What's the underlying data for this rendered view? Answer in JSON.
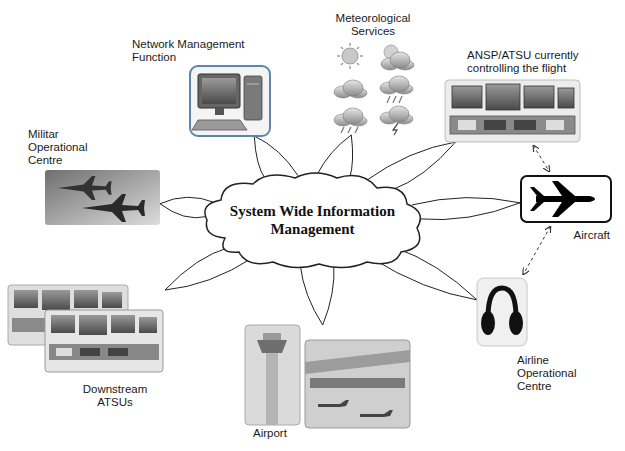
{
  "diagram": {
    "nodes": [
      {
        "text": [
          "Meteorological Services"
        ]
      },
      {
        "text": [
          "Network Management Function"
        ]
      },
      {
        "text": [
          "ANSP/ATSU currently controlling the flight"
        ]
      },
      {
        "text": [
          "Militar Operational Centre"
        ]
      },
      {
        "text": [
          "System Wide Information Management"
        ]
      },
      {
        "text": [
          "Aircraft"
        ]
      },
      {
        "text": [
          "Downstream ATSUs"
        ]
      },
      {
        "text": [
          "Airline Operational Centre"
        ]
      },
      {
        "text": [
          "Airport"
        ]
      }
    ],
    "edges": [
      {
        "from": 4,
        "to": 0,
        "arrow": "none"
      },
      {
        "from": 4,
        "to": 1,
        "arrow": "none"
      },
      {
        "from": 4,
        "to": 2,
        "arrow": "none"
      },
      {
        "from": 4,
        "to": 3,
        "arrow": "none"
      },
      {
        "from": 4,
        "to": 5,
        "arrow": "none"
      },
      {
        "from": 4,
        "to": 6,
        "arrow": "none"
      },
      {
        "from": 4,
        "to": 7,
        "arrow": "none"
      },
      {
        "from": 4,
        "to": 8,
        "arrow": "none"
      },
      {
        "from": 2,
        "to": 5,
        "arrow": "both"
      },
      {
        "from": 5,
        "to": 7,
        "arrow": "both"
      }
    ]
  }
}
